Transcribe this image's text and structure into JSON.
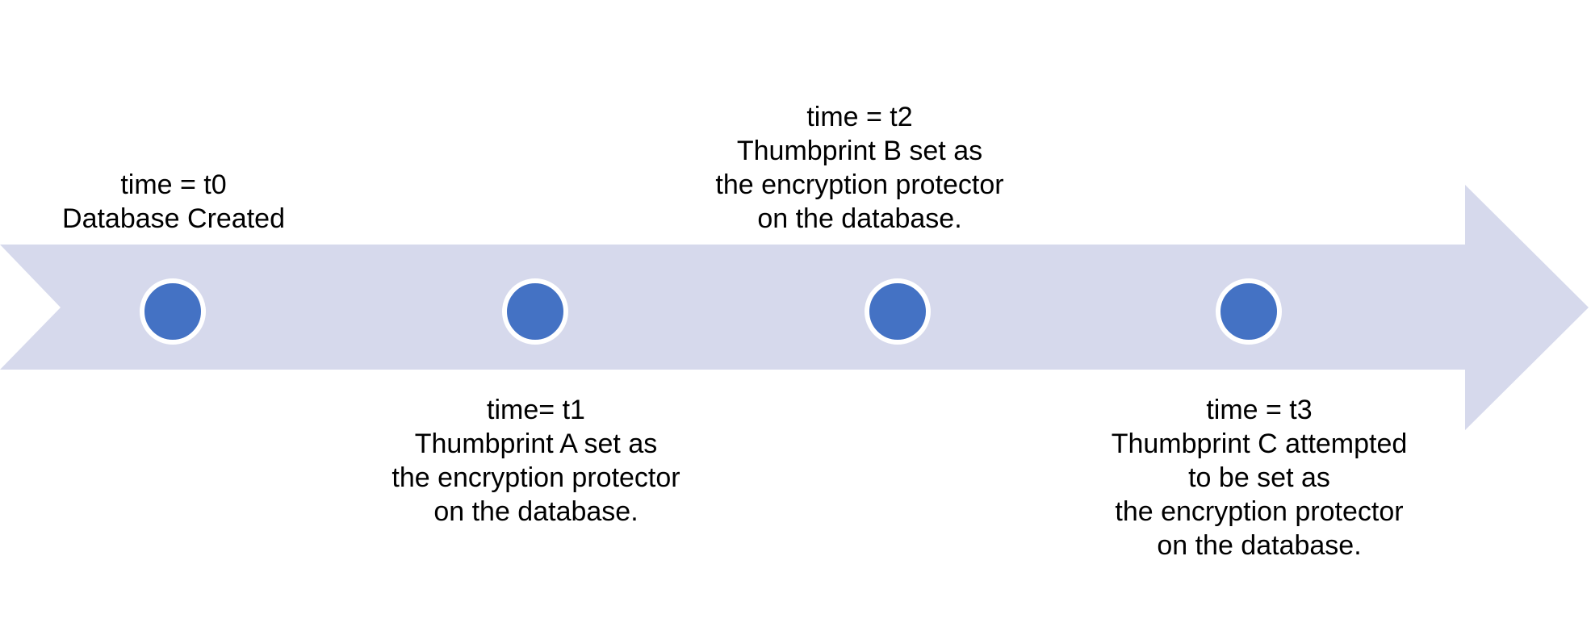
{
  "diagram": {
    "type": "timeline",
    "direction": "left-to-right",
    "colors": {
      "band": "#D6D9EC",
      "marker_fill": "#4472C4",
      "marker_ring": "#FFFFFF",
      "text": "#000000",
      "background": "#FFFFFF"
    },
    "events": [
      {
        "id": "t0",
        "label_position": "above",
        "lines": [
          "time = t0",
          "Database Created"
        ]
      },
      {
        "id": "t1",
        "label_position": "below",
        "lines": [
          "time= t1",
          "Thumbprint A set as",
          "the encryption protector",
          "on the database."
        ]
      },
      {
        "id": "t2",
        "label_position": "above",
        "lines": [
          "time = t2",
          "Thumbprint B set as",
          "the encryption protector",
          "on the database."
        ]
      },
      {
        "id": "t3",
        "label_position": "below",
        "lines": [
          "time = t3",
          "Thumbprint C attempted",
          "to be set as",
          "the encryption protector",
          "on the database."
        ]
      }
    ]
  }
}
